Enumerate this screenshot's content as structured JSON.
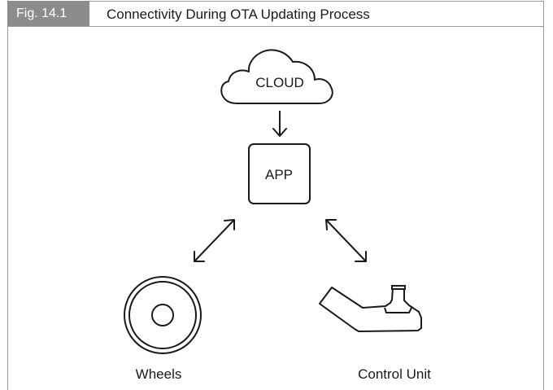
{
  "figure": {
    "tag": "Fig. 14.1",
    "title": "Connectivity During OTA Updating Process"
  },
  "nodes": {
    "cloud": {
      "label": "CLOUD",
      "icon": "cloud-icon"
    },
    "app": {
      "label": "APP",
      "icon": "app-box"
    },
    "wheels": {
      "label": "Wheels",
      "icon": "wheel-icon"
    },
    "control_unit": {
      "label": "Control Unit",
      "icon": "control-unit-icon"
    }
  },
  "connections": [
    {
      "from": "cloud",
      "to": "app",
      "direction": "one-way"
    },
    {
      "from": "app",
      "to": "wheels",
      "direction": "two-way"
    },
    {
      "from": "app",
      "to": "control_unit",
      "direction": "two-way"
    }
  ],
  "colors": {
    "tag_background": "#8c8c8c",
    "frame_border": "#9a9a9a",
    "stroke": "#1a1a1a"
  }
}
